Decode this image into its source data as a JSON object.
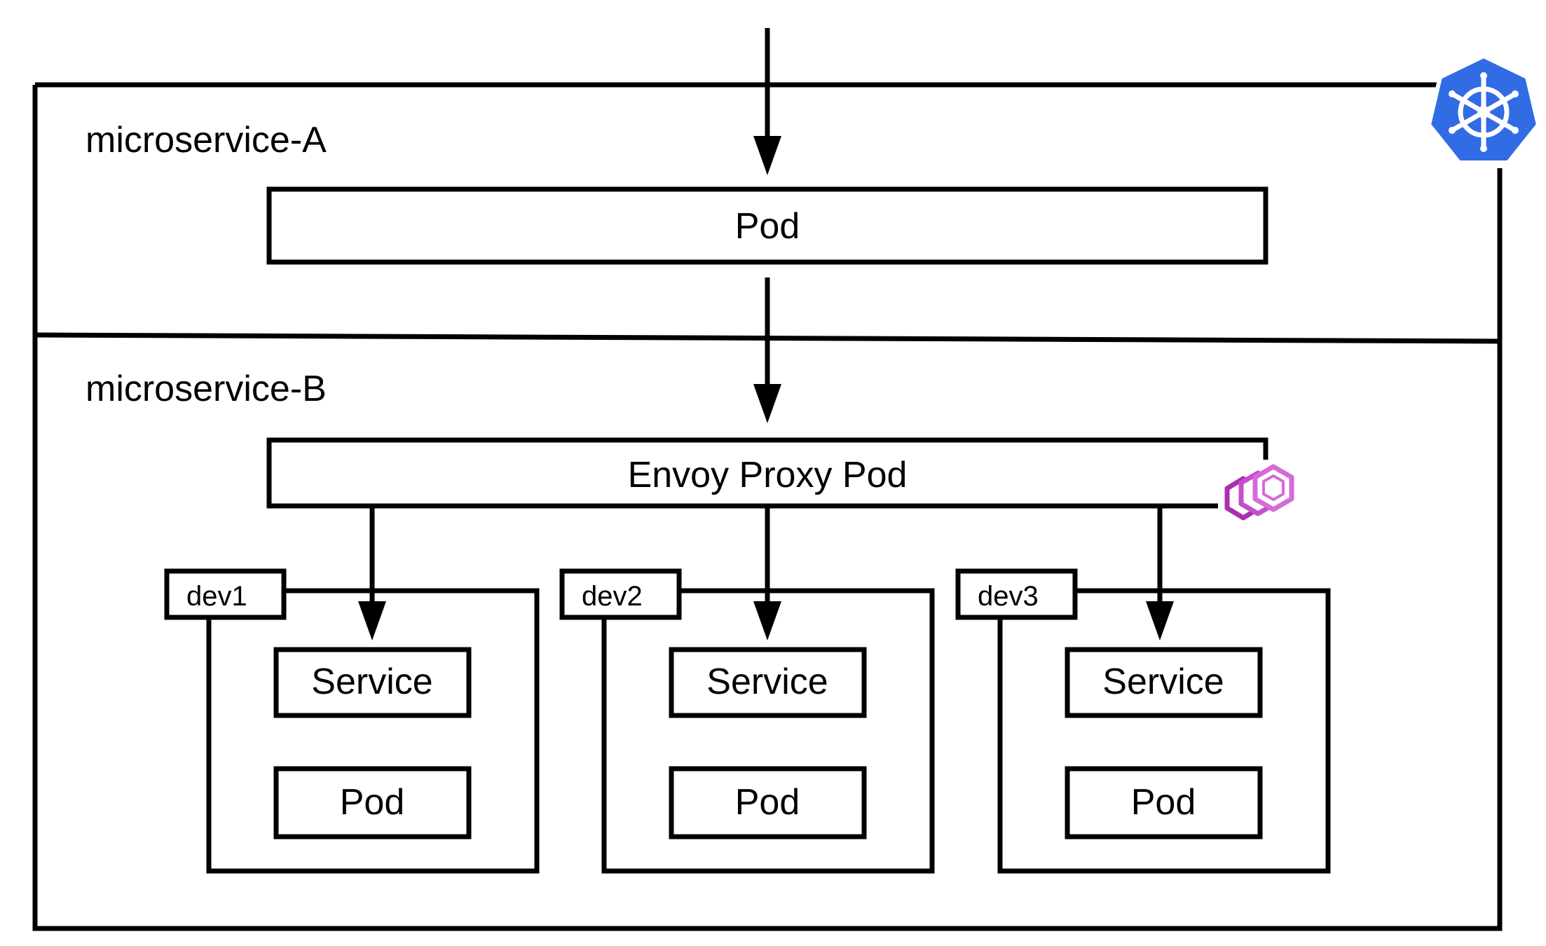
{
  "diagram": {
    "top_section_label": "microservice-A",
    "top_pod_label": "Pod",
    "bottom_section_label": "microservice-B",
    "proxy_label": "Envoy Proxy Pod",
    "namespaces": [
      {
        "tab_label": "dev1",
        "service_label": "Service",
        "pod_label": "Pod"
      },
      {
        "tab_label": "dev2",
        "service_label": "Service",
        "pod_label": "Pod"
      },
      {
        "tab_label": "dev3",
        "service_label": "Service",
        "pod_label": "Pod"
      }
    ]
  },
  "icons": {
    "kubernetes": {
      "name": "kubernetes-icon",
      "color": "#326CE5"
    },
    "envoy": {
      "name": "envoy-icon",
      "colors": [
        "#AC2EAF",
        "#C44FC9",
        "#D66BD8"
      ]
    }
  },
  "colors": {
    "stroke": "#000000",
    "background": "#FFFFFF"
  }
}
